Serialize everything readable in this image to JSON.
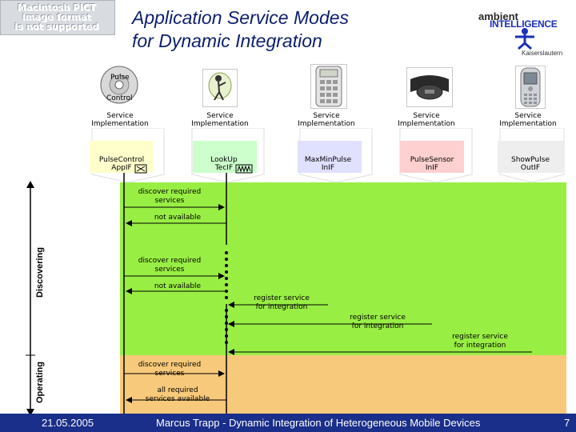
{
  "header": {
    "pict_notice": [
      "Macintosh PICT",
      "image format",
      "is not supported"
    ],
    "title_line1": "Application Service Modes",
    "title_line2": "for Dynamic Integration",
    "logo_top": "ambient",
    "logo_main": "INTELLIGENCE",
    "logo_sub": "Kaiserslautern"
  },
  "components": [
    {
      "device_label_top": "Pulse",
      "device_label_bottom": "Control",
      "impl": [
        "Service",
        "Implementation"
      ],
      "iface": [
        "PulseControl",
        "AppIF"
      ]
    },
    {
      "impl": [
        "Service",
        "Implementation"
      ],
      "iface": [
        "LookUp",
        "TecIF"
      ]
    },
    {
      "impl": [
        "Service",
        "Implementation"
      ],
      "iface": [
        "MaxMinPulse",
        "InIF"
      ]
    },
    {
      "impl": [
        "Service",
        "Implementation"
      ],
      "iface": [
        "PulseSensor",
        "InIF"
      ]
    },
    {
      "impl": [
        "Service",
        "Implementation"
      ],
      "iface": [
        "ShowPulse",
        "OutIF"
      ]
    }
  ],
  "phases": {
    "discovering": "Discovering",
    "operating": "Operating"
  },
  "messages": {
    "m1": [
      "discover required",
      "services"
    ],
    "m2": [
      "not available"
    ],
    "m3": [
      "discover required",
      "services"
    ],
    "m4": [
      "not available"
    ],
    "m5": [
      "register service",
      "for integration"
    ],
    "m6": [
      "register service",
      "for integration"
    ],
    "m7": [
      "register service",
      "for integration"
    ],
    "m8": [
      "discover required",
      "services"
    ],
    "m9": [
      "all required",
      "services available"
    ]
  },
  "footer": {
    "date": "21.05.2005",
    "author_title": "Marcus Trapp - Dynamic Integration of Heterogeneous Mobile Devices",
    "page": "7"
  },
  "colors": {
    "discovering_band": "#99ee44",
    "operating_band": "#f7c97a",
    "title_color": "#0c1f6e",
    "footer_bar": "#1a2f8a",
    "timeline_line": "#000000"
  }
}
